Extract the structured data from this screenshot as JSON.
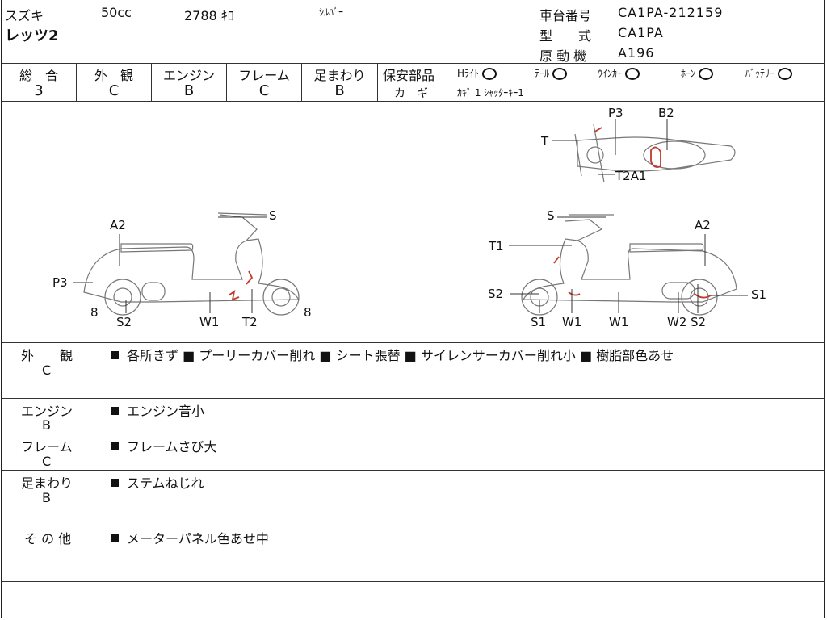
{
  "header": {
    "maker": "スズキ",
    "cc": "50cc",
    "mileage": "2788 ｷﾛ",
    "color": "ｼﾙﾊﾞｰ",
    "model_name": "レッツ2",
    "chassis_label": "車台番号",
    "chassis_value": "CA1PA-212159",
    "type_label": "型　　式",
    "type_value": "CA1PA",
    "engine_label": "原 動 機",
    "engine_value": "A196"
  },
  "grades": {
    "headers": [
      "総　合",
      "外　観",
      "エンジン",
      "フレーム",
      "足まわり"
    ],
    "values": [
      "3",
      "C",
      "B",
      "C",
      "B"
    ]
  },
  "safety": {
    "label": "保安部品",
    "items": [
      {
        "name": "Hﾗｲﾄ",
        "status": "ok"
      },
      {
        "name": "ﾃｰﾙ",
        "status": "ok"
      },
      {
        "name": "ｳｲﾝｶｰ",
        "status": "ok"
      },
      {
        "name": "ﾎｰﾝ",
        "status": "ok"
      },
      {
        "name": "ﾊﾞｯﾃﾘｰ",
        "status": "ok"
      }
    ],
    "key_label": "カ　ギ",
    "key_value": "ｶｷﾞ 1 ｼｬｯﾀｰｷｰ1"
  },
  "diagram": {
    "labels_left": [
      "A2",
      "S",
      "P3",
      "8",
      "S2",
      "W1",
      "T2",
      "8"
    ],
    "labels_right": [
      "S",
      "A2",
      "T1",
      "S2",
      "S1",
      "S1",
      "W1",
      "W1",
      "W2",
      "S2"
    ],
    "labels_top": [
      "T",
      "P3",
      "B2",
      "T2A1"
    ]
  },
  "notes": [
    {
      "label": "外　　観",
      "grade": "C",
      "text": "各所きず ■ プーリーカバー削れ ■ シート張替 ■ サイレンサーカバー削れ小 ■ 樹脂部色あせ"
    },
    {
      "label": "エンジン",
      "grade": "B",
      "text": "エンジン音小"
    },
    {
      "label": "フレーム",
      "grade": "C",
      "text": "フレームさび大"
    },
    {
      "label": "足まわり",
      "grade": "B",
      "text": "ステムねじれ"
    },
    {
      "label": "そ の 他",
      "grade": "",
      "text": "メーターパネル色あせ中"
    }
  ]
}
